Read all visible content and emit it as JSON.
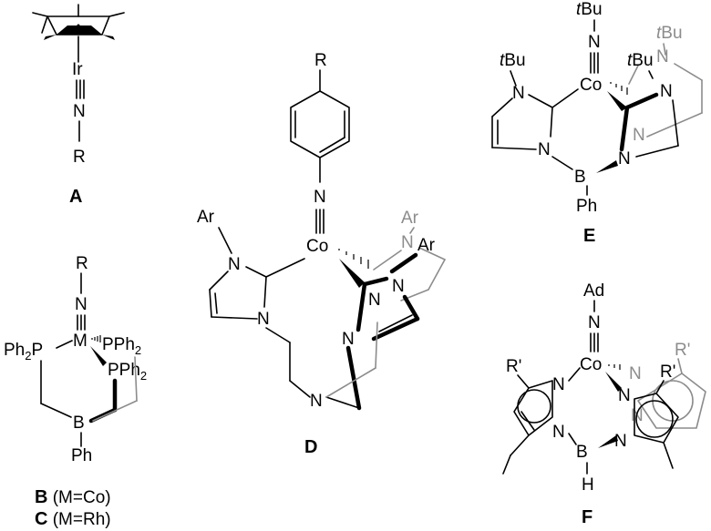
{
  "labels": {
    "A": "A",
    "B": "B",
    "C": "C",
    "D": "D",
    "E": "E",
    "F": "F"
  },
  "captions": {
    "B": " (M=Co)",
    "C": " (M=Rh)"
  },
  "atoms": {
    "Ir": "Ir",
    "Co": "Co",
    "M": "M",
    "N": "N",
    "B": "B",
    "P": "P",
    "R": "R",
    "R_prime": "R'",
    "Ph": "Ph",
    "Ar": "Ar",
    "Ad": "Ad",
    "H": "H",
    "PPh2": "PPh",
    "Ph2P": "Ph",
    "sub2": "2",
    "tBu_t": "t",
    "tBu_Bu": "Bu"
  }
}
